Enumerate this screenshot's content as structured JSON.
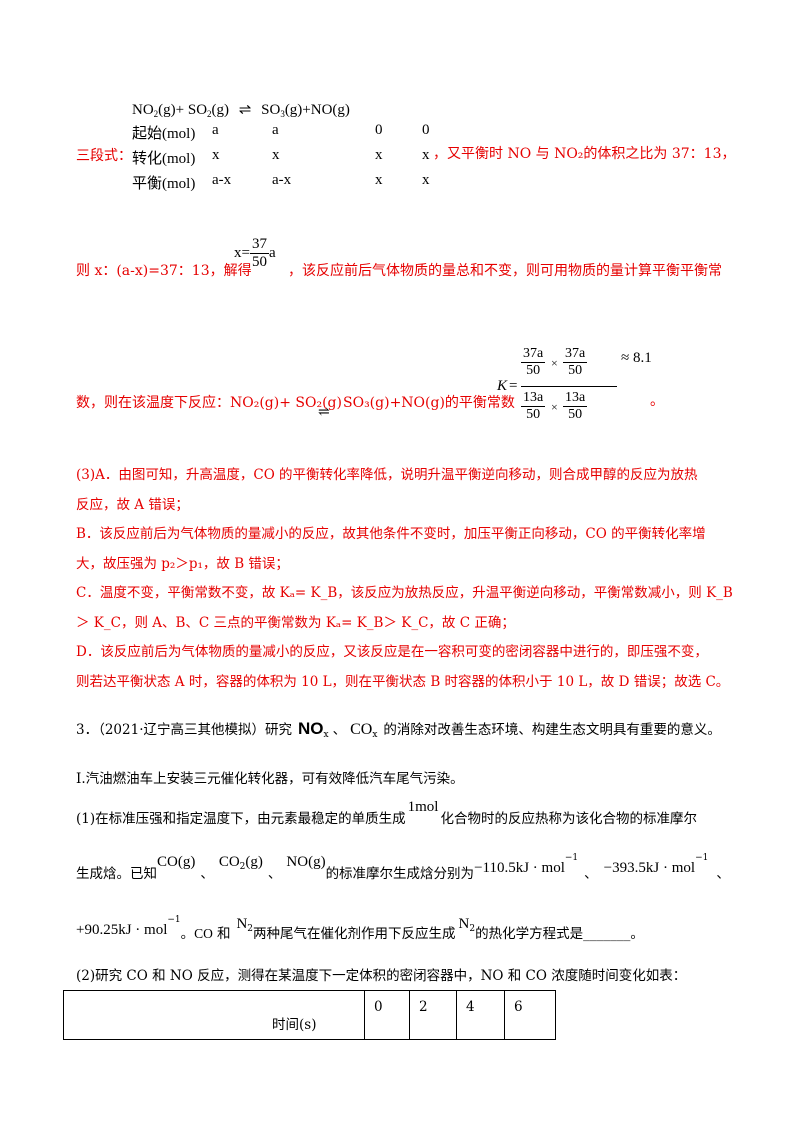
{
  "equation_block": {
    "label": "三段式：",
    "reaction": [
      "NO",
      "2",
      "(g)+ SO",
      "2",
      "(g)",
      "⇌",
      "SO",
      "3",
      "(g)+NO(g)"
    ],
    "rows": [
      {
        "name": "起始(mol)",
        "c1": "a",
        "c2": "a",
        "c3": "0",
        "c4": "0"
      },
      {
        "name": "转化(mol)",
        "c1": "x",
        "c2": "x",
        "c3": "x",
        "c4": "x"
      },
      {
        "name": "平衡(mol)",
        "c1": "a-x",
        "c2": "a-x",
        "c3": "x",
        "c4": "x"
      }
    ],
    "tail": "，又平衡时 NO 与 NO₂的体积之比为 37：13，"
  },
  "line_x": {
    "pre": "则 x：(a-x)=37：13，解得",
    "x_eq": "x=",
    "num": "37",
    "den": "50",
    "a": "a",
    "post": "，该反应前后气体物质的量总和不变，则可用物质的量计算平衡平衡常"
  },
  "line_k": {
    "pre": "数，则在该温度下反应：NO₂(g)+ SO₂(g)",
    "arrow": "⇌",
    "mid": "SO₃(g)+NO(g)的平衡常数",
    "k_label": "K",
    "n1": "37a",
    "d1": "50",
    "n2": "37a",
    "d2": "50",
    "n3": "13a",
    "d3": "50",
    "n4": "13a",
    "d4": "50",
    "times": "×",
    "result": "≈ 8.1",
    "end": "。"
  },
  "para3": [
    "(3)A．由图可知，升高温度，CO 的平衡转化率降低，说明升温平衡逆向移动，则合成甲醇的反应为放热",
    "反应，故 A 错误；",
    "B．该反应前后为气体物质的量减小的反应，故其他条件不变时，加压平衡正向移动，CO 的平衡转化率增",
    "大，故压强为 p₂＞p₁，故 B 错误；",
    "C．温度不变，平衡常数不变，故 Kₐ= K_B，该反应为放热反应，升温平衡逆向移动，平衡常数减小，则 K_B",
    "＞ K_C，则 A、B、C 三点的平衡常数为 Kₐ= K_B＞ K_C，故 C 正确；",
    "D．该反应前后为气体物质的量减小的反应，又该反应是在一容积可变的密闭容器中进行的，即压强不变，",
    "则若达平衡状态 A 时，容器的体积为 10 L，则在平衡状态 B 时容器的体积小于 10 L，故 D 错误；故选 C。"
  ],
  "q3": {
    "title_pre": "3．（2021·辽宁高三其他模拟）研究",
    "nox": "NO",
    "x": "x",
    "sep": "、",
    "cox": "CO",
    "title_post": "的消除对改善生态环境、构建生态文明具有重要的意义。",
    "part1": "I.汽油燃油车上安装三元催化转化器，可有效降低汽车尾气污染。",
    "q1_pre": "(1)在标准压强和指定温度下，由元素最稳定的单质生成",
    "mol": "1mol",
    "q1_post": "化合物时的反应热称为该化合物的标准摩尔",
    "q1b_pre": "生成焓。已知",
    "co": "CO(g)",
    "co2": "CO",
    "co2g": "(g)",
    "no": "NO(g)",
    "q1b_mid": "的标准摩尔生成焓分别为",
    "v1": "−110.5kJ · mol",
    "v2": "−393.5kJ · mol",
    "neg1": "−1",
    "q1c_v3": "+90.25kJ · mol",
    "q1c_a": "。CO",
    "q1c_b": "和",
    "n2": "N",
    "q1c_c": "两种尾气在催化剂作用下反应生成",
    "q1c_d": "的热化学方程式是_______。",
    "q2": "(2)研究 CO 和 NO 反应，测得在某温度下一定体积的密闭容器中，NO 和 CO 浓度随时间变化如表："
  },
  "table": {
    "header": "时间(s)",
    "cols": [
      "0",
      "2",
      "4",
      "6"
    ]
  }
}
